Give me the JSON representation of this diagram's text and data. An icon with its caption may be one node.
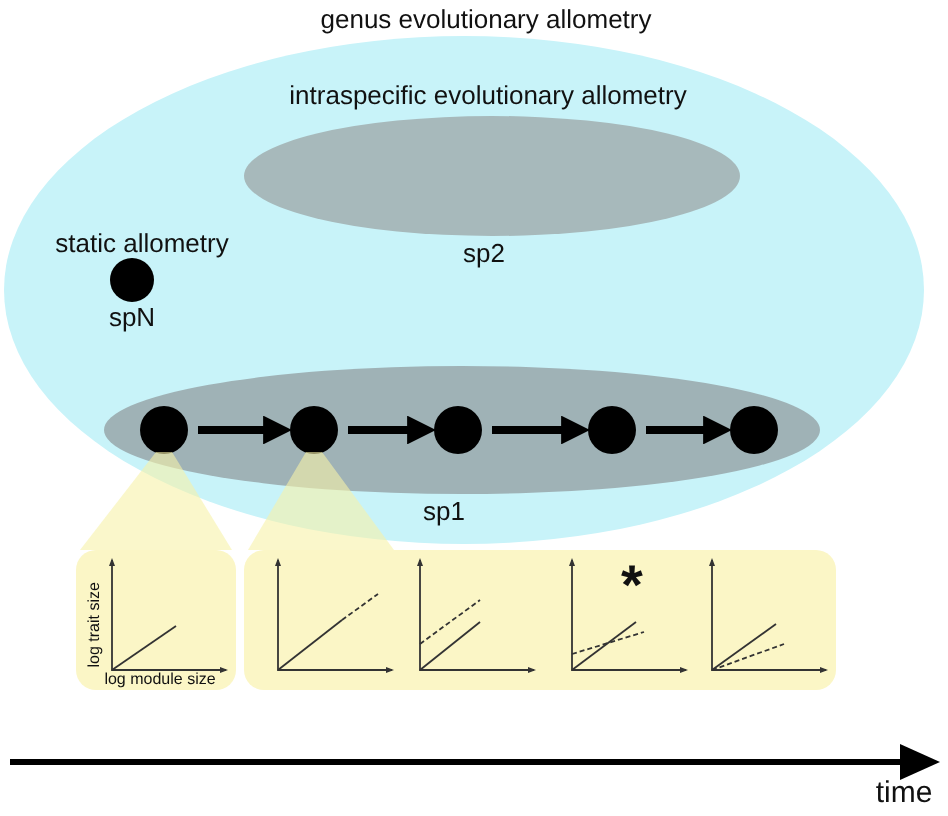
{
  "diagram": {
    "nodes": [
      {
        "text": [
          "genus evolutionary allometry"
        ]
      },
      {
        "text": [
          "intraspecific evolutionary allometry",
          "sp2"
        ],
        "in": 0
      },
      {
        "text": [
          "static allometry",
          "spN"
        ],
        "in": 0
      },
      {
        "text": [
          "sp1"
        ],
        "in": 0
      },
      {
        "text": [],
        "shape": "circle",
        "in": 3
      },
      {
        "text": [],
        "shape": "circle",
        "in": 3
      },
      {
        "text": [],
        "shape": "circle",
        "in": 3
      },
      {
        "text": [],
        "shape": "circle",
        "in": 3
      },
      {
        "text": [],
        "shape": "circle",
        "in": 3
      },
      {
        "text": [
          "log trait size",
          "log module size"
        ]
      },
      {
        "text": [],
        "shape": "box"
      }
    ],
    "edges": [
      {
        "from": 4,
        "to": 5,
        "arrow": "to"
      },
      {
        "from": 5,
        "to": 6,
        "arrow": "to"
      },
      {
        "from": 6,
        "to": 7,
        "arrow": "to"
      },
      {
        "from": 7,
        "to": 8,
        "arrow": "to"
      },
      {
        "from": 4,
        "to": 9,
        "arrow": "none",
        "color": "#f6f1a8"
      },
      {
        "from": 5,
        "to": 10,
        "arrow": "none",
        "color": "#f6f1a8"
      }
    ],
    "labels": [
      "*",
      "time"
    ]
  }
}
